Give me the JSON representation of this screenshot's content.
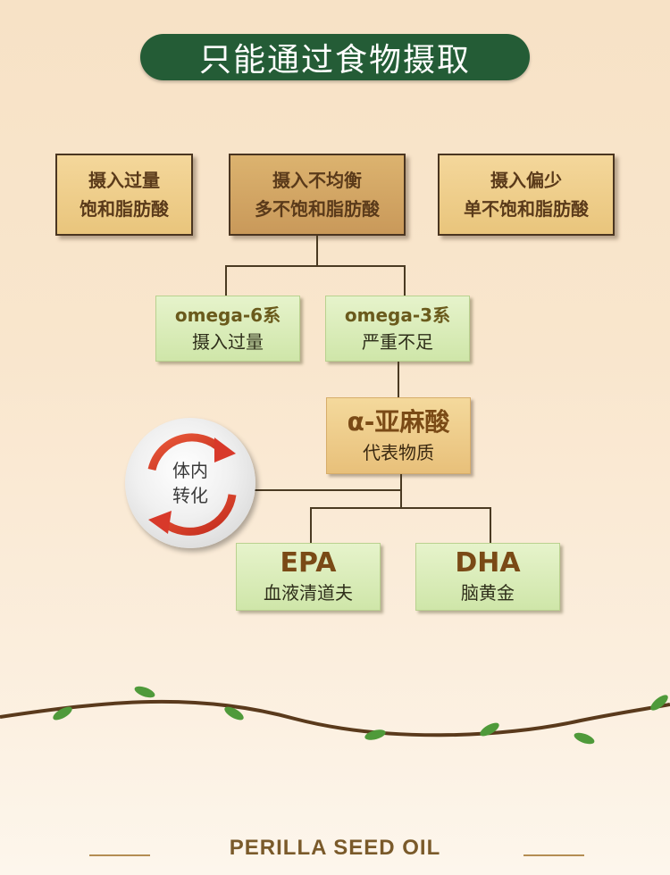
{
  "title": "只能通过食物摄取",
  "top_boxes": [
    {
      "line1": "摄入过量",
      "line2": "饱和脂肪酸"
    },
    {
      "line1": "摄入不均衡",
      "line2": "多不饱和脂肪酸"
    },
    {
      "line1": "摄入偏少",
      "line2": "单不饱和脂肪酸"
    }
  ],
  "omega_boxes": [
    {
      "line1": "omega-6系",
      "line2": "摄入过量"
    },
    {
      "line1": "omega-3系",
      "line2": "严重不足"
    }
  ],
  "alpha_box": {
    "line1": "α-亚麻酸",
    "line2": "代表物质"
  },
  "conversion": {
    "line1": "体内",
    "line2": "转化"
  },
  "bottom_boxes": [
    {
      "line1": "EPA",
      "line2": "血液清道夫"
    },
    {
      "line1": "DHA",
      "line2": "脑黄金"
    }
  ],
  "footer": "PERILLA SEED OIL",
  "colors": {
    "title_bg": "#245c36",
    "tan_box": "#f0d08e",
    "tan_box_dark": "#d4a865",
    "green_box": "#d9ebb8",
    "text_brown": "#5a3a1a",
    "arrow_red": "#d83a2a",
    "vine_green": "#4f9a3a"
  },
  "icons": [
    "circular-arrows-icon",
    "vine-decoration"
  ]
}
